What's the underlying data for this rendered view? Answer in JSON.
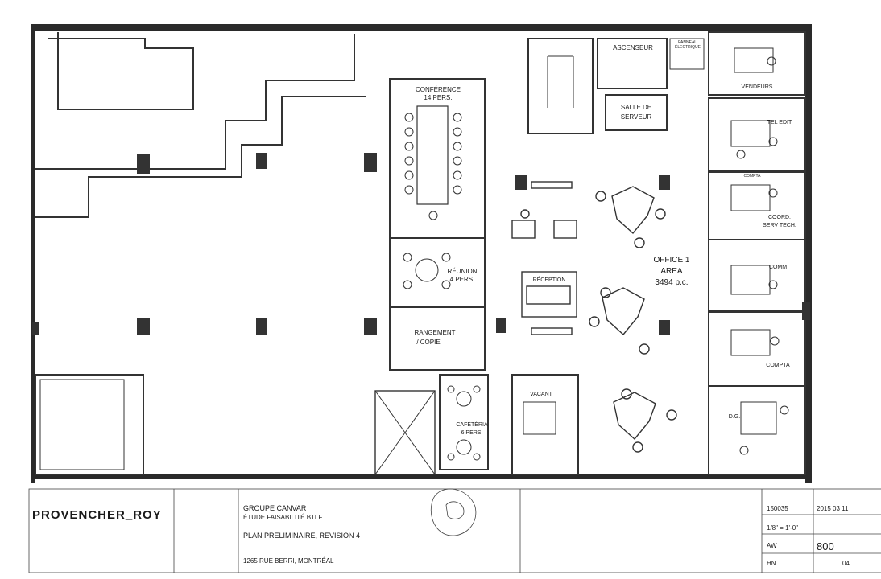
{
  "rooms": {
    "conference": "CONFÉRENCE",
    "conference_cap": "14 PERS.",
    "ascenseur": "ASCENSEUR",
    "panneau_1": "PANNEAU",
    "panneau_2": "ÉLECTRIQUE",
    "salle_serveur_1": "SALLE DE",
    "salle_serveur_2": "SERVEUR",
    "reunion": "RÉUNION",
    "reunion_cap": "4 PERS.",
    "reception": "RÉCEPTION",
    "rangement_1": "RANGEMENT",
    "rangement_2": "/ COPIE",
    "cafeteria_1": "CAFÉTÉRIA",
    "cafeteria_2": "6 PERS.",
    "vacant": "VACANT",
    "vendeurs": "VENDEURS",
    "tel_edit": "TEL EDIT",
    "compta_small": "COMPTA",
    "coord_1": "COORD.",
    "coord_2": "SERV TECH.",
    "comm": "COMM",
    "compta": "COMPTA",
    "dg": "D.G.",
    "office_1": "OFFICE 1",
    "office_2": "AREA",
    "office_3": "3494 p.c."
  },
  "titleblock": {
    "firm": "PROVENCHER_ROY",
    "project_1": "GROUPE CANVAR",
    "project_2": "ÉTUDE FAISABILITÉ BTLF",
    "drawing_title": "PLAN PRÉLIMINAIRE, RÉVISION 4",
    "address": "1265 RUE BERRI, MONTRÉAL",
    "project_no": "150035",
    "date": "2015 03 11",
    "scale": "1/8\" = 1'-0\"",
    "drawn_by": "AW",
    "checked_by": "HN",
    "sheet": "800",
    "revision": "04"
  }
}
